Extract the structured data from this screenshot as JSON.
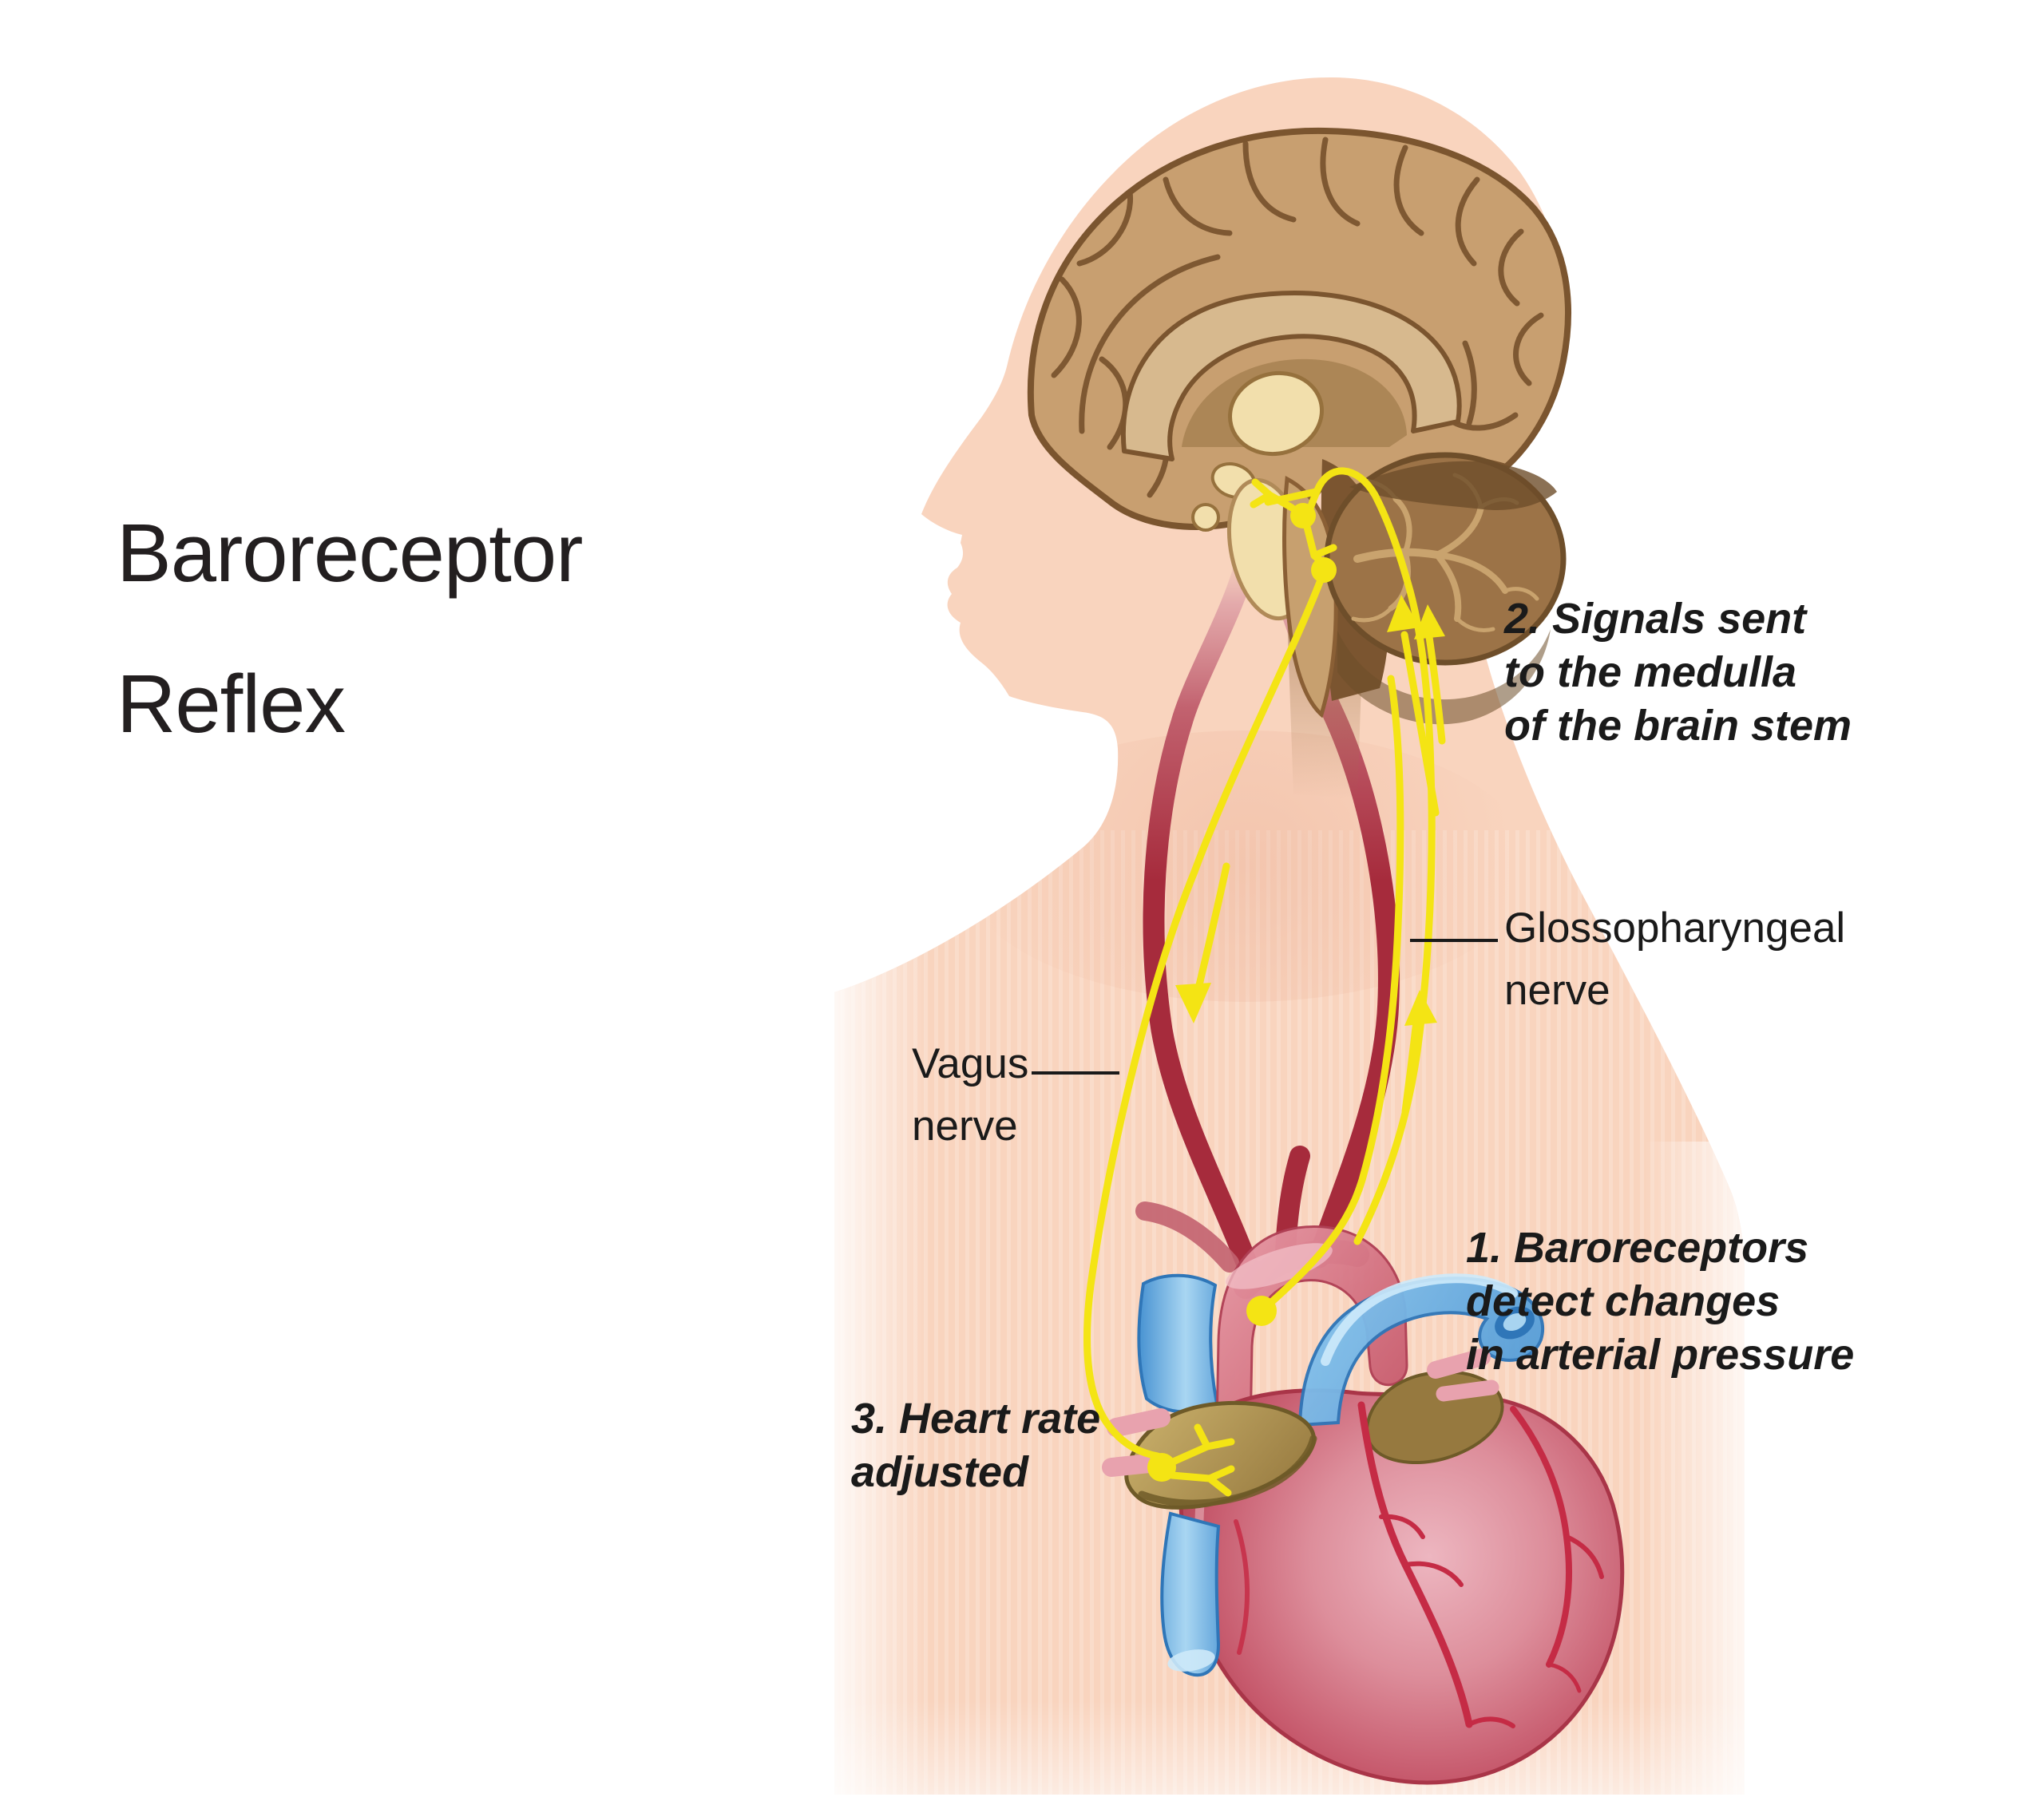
{
  "title": "Baroreceptor\nReflex",
  "annotations": {
    "step1": "1. Baroreceptors\ndetect changes\nin arterial pressure",
    "step2": "2. Signals sent\nto the medulla\nof the brain stem",
    "step3": "3. Heart rate\nadjusted",
    "glossopharyngeal": "Glossopharyngeal\nnerve",
    "vagus": "Vagus\nnerve"
  },
  "palette": {
    "skin": "#F9D4BE",
    "text": "#231F20",
    "artery_red": "#A62B3C",
    "nerve_yellow": "#F4E414",
    "brain_tan": "#C89F70",
    "brain_outline": "#7B552F",
    "corpus_callosum": "#D7B98E",
    "thalamus_cream": "#F2DFAC",
    "cerebellum": "#9C7347",
    "heart_pink": "#DD8E9B",
    "vessel_blue": "#5FA8DE",
    "atrium_gold": "#B5A05C",
    "aorta_pink": "#D87F8D"
  }
}
